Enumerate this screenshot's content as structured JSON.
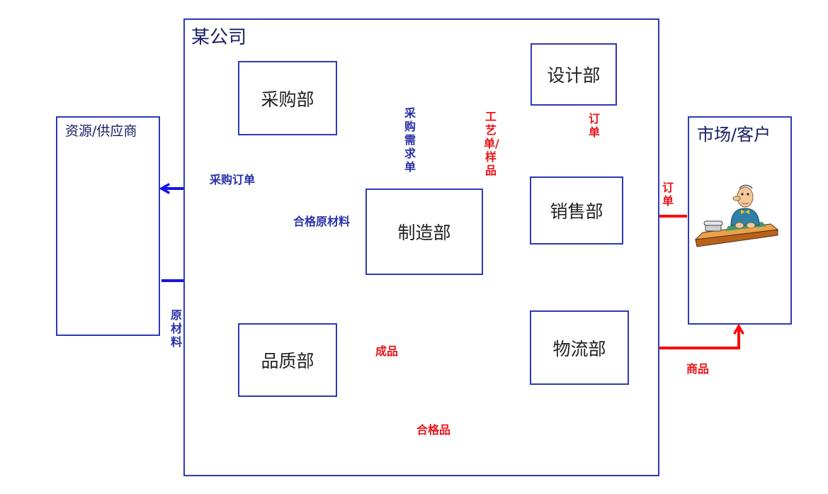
{
  "company": {
    "title": "某公司"
  },
  "external": {
    "supplier": "资源/供应商",
    "market": "市场/客户"
  },
  "departments": {
    "purchasing": "采购部",
    "manufacturing": "制造部",
    "quality": "品质部",
    "design": "设计部",
    "sales": "销售部",
    "logistics": "物流部"
  },
  "flows": {
    "purchase_order": "采购订单",
    "purchase_requisition": "采购需求单",
    "qualified_raw_material": "合格原材料",
    "raw_material": "原材料",
    "process_sample": "工艺单/样品",
    "order_to_design": "订单",
    "order_from_market": "订单",
    "finished_product": "成品",
    "goods": "商品",
    "qualified_product": "合格品"
  },
  "colors": {
    "blue_flow": "#1414e6",
    "red_flow": "#ff0a0a",
    "box_border": "#2e3ab8"
  }
}
